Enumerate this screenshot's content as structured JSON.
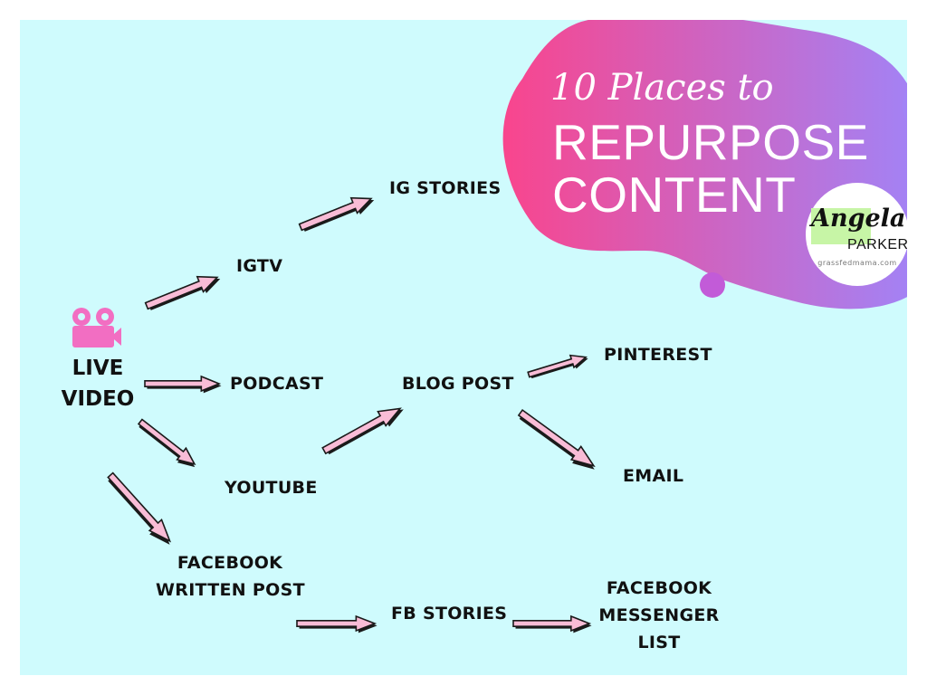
{
  "title": {
    "line1": "10 Places to",
    "line2": "REPURPOSE",
    "line3": "CONTENT"
  },
  "logo": {
    "name": "Angela",
    "surname": "PARKER",
    "url": "grassfedmama.com"
  },
  "nodes": {
    "live_video_line1": "LIVE",
    "live_video_line2": "VIDEO",
    "ig_stories": "IG STORIES",
    "igtv": "IGTV",
    "podcast": "PODCAST",
    "blog_post": "BLOG POST",
    "pinterest": "PINTEREST",
    "youtube": "YOUTUBE",
    "email": "EMAIL",
    "facebook_written_line1": "FACEBOOK",
    "facebook_written_line2": "WRITTEN POST",
    "fb_stories": "FB STORIES",
    "messenger_line1": "FACEBOOK",
    "messenger_line2": "MESSENGER",
    "messenger_line3": "LIST"
  },
  "colors": {
    "background": "#cffbfd",
    "blob_start": "#f9458d",
    "blob_end": "#a283f6",
    "arrow_fill": "#f9bcd6",
    "arrow_shadow": "#1a1a1a",
    "camera_icon": "#f26ec2",
    "logo_highlight": "#c7f5a6"
  },
  "icons": {
    "source": "video-camera-icon",
    "connector": "arrow-icon"
  }
}
